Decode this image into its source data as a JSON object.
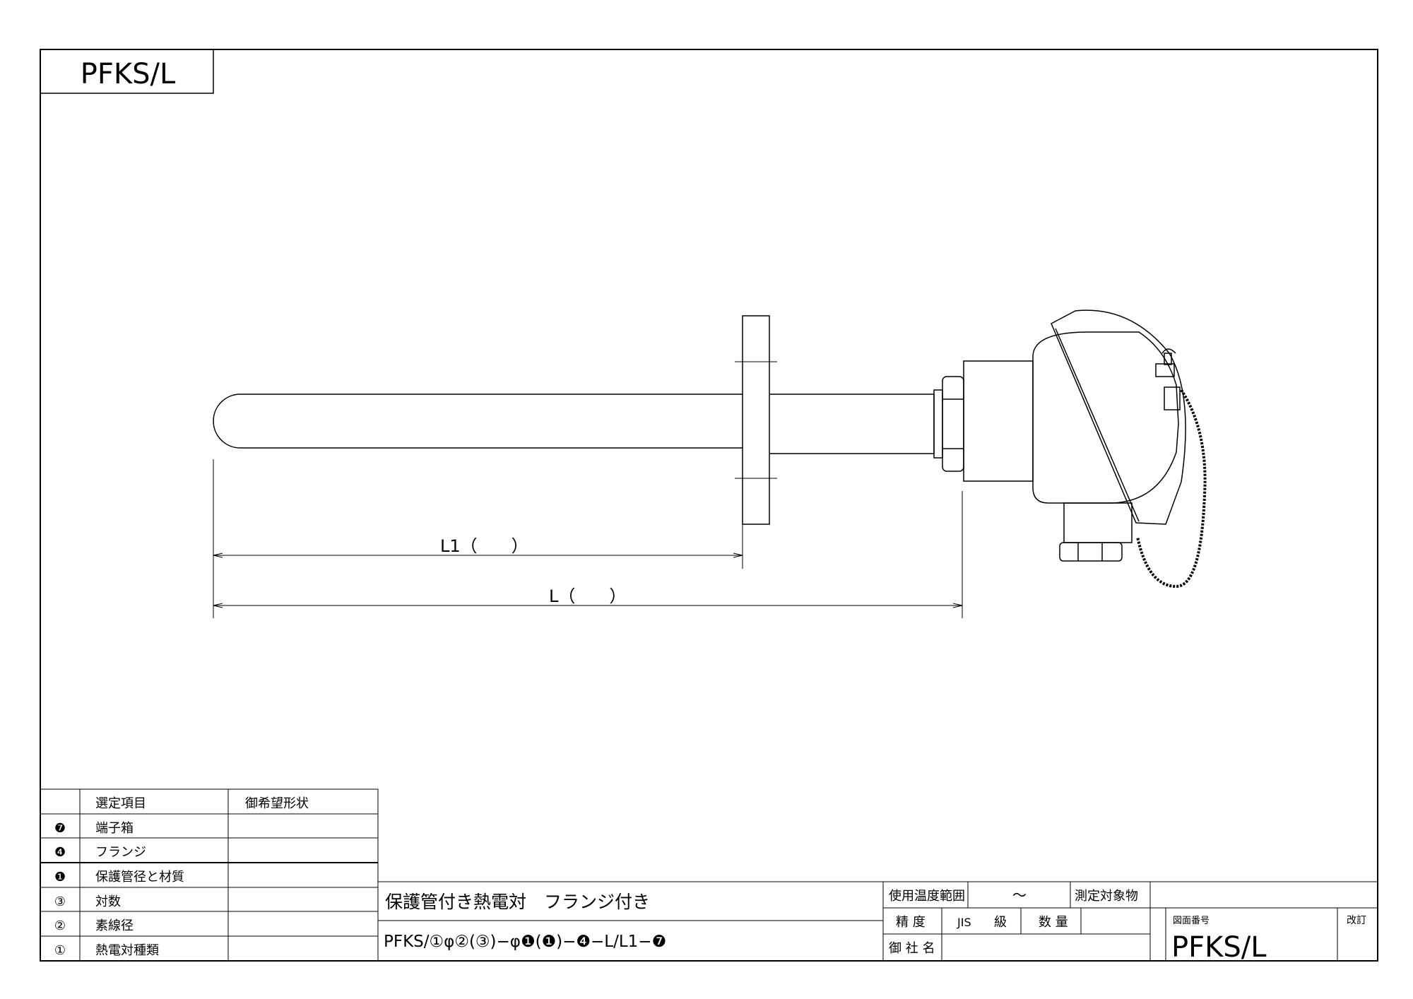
{
  "header": {
    "drawing_code": "PFKS/L"
  },
  "dimensions": {
    "l1_label": "L1（　　）",
    "l_label": "L（　　）"
  },
  "selection_table": {
    "col_item": "選定項目",
    "col_shape": "御希望形状",
    "rows": [
      {
        "mark": "❼",
        "item": "端子箱"
      },
      {
        "mark": "❹",
        "item": "フランジ"
      },
      {
        "mark": "❶",
        "item": "保護管径と材質"
      },
      {
        "mark": "③",
        "item": "対数"
      },
      {
        "mark": "②",
        "item": "素線径"
      },
      {
        "mark": "①",
        "item": "熱電対種類"
      }
    ]
  },
  "title_block": {
    "product_name": "保護管付き熱電対　フランジ付き",
    "model_code": "PFKS/①φ②(③)−φ❶(❶)−❹−L/L1−❼",
    "temp_range_label": "使用温度範囲",
    "temp_range_sep": "〜",
    "target_label": "測定対象物",
    "accuracy_label": "精 度",
    "jis_label": "JIS",
    "class_label": "級",
    "quantity_label": "数 量",
    "customer_label": "御 社 名",
    "drawing_no_label": "図面番号",
    "drawing_no": "PFKS/L",
    "revision_label": "改訂"
  }
}
